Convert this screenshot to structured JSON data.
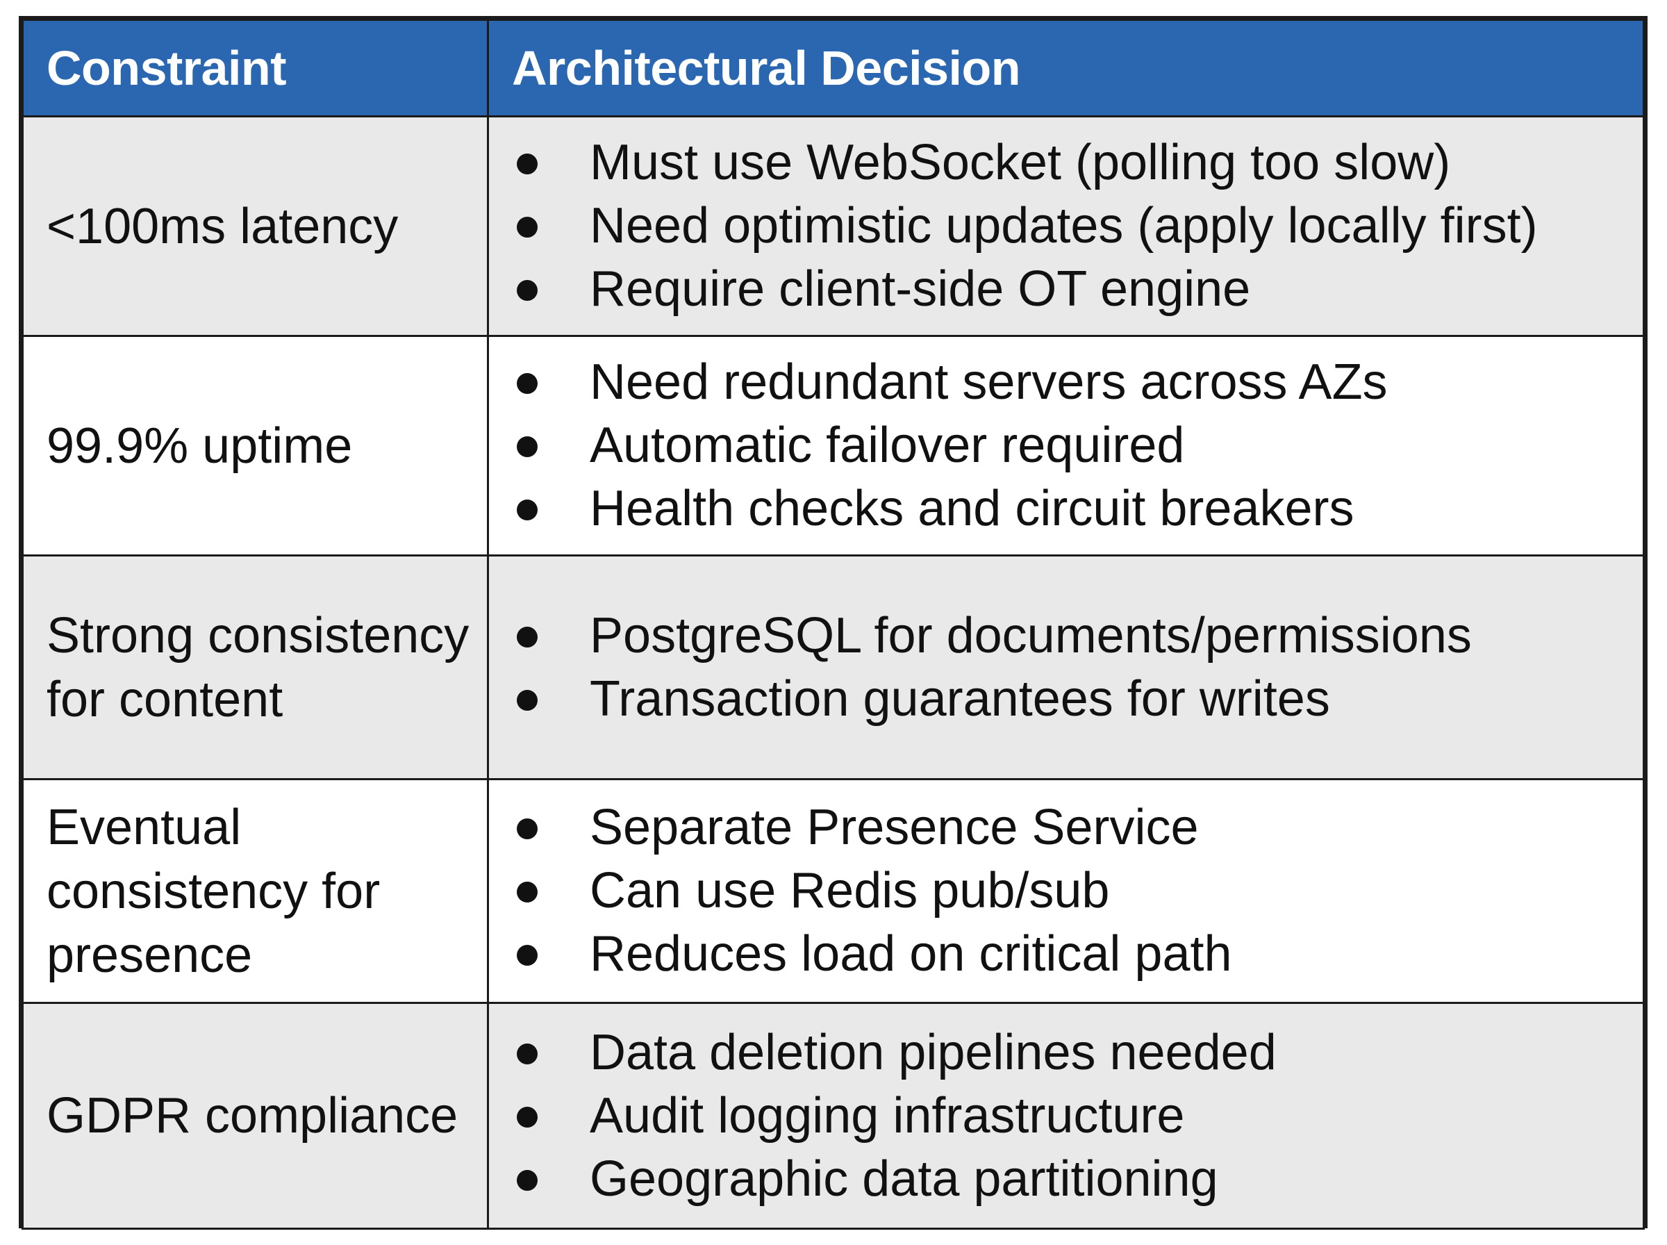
{
  "table": {
    "headers": {
      "constraint": "Constraint",
      "decision": "Architectural Decision"
    },
    "rows": [
      {
        "constraint": "<100ms latency",
        "decisions": [
          "Must use WebSocket (polling too slow)",
          "Need optimistic updates (apply locally first)",
          "Require client-side OT engine"
        ]
      },
      {
        "constraint": "99.9% uptime",
        "decisions": [
          "Need redundant servers across AZs",
          "Automatic failover required",
          "Health checks and circuit breakers"
        ]
      },
      {
        "constraint": "Strong consistency for content",
        "decisions": [
          "PostgreSQL for documents/permissions",
          "Transaction guarantees for writes"
        ]
      },
      {
        "constraint": "Eventual consistency for presence",
        "decisions": [
          "Separate Presence Service",
          "Can use Redis pub/sub",
          "Reduces load on critical path"
        ]
      },
      {
        "constraint": "GDPR compliance",
        "decisions": [
          "Data deletion pipelines needed",
          "Audit logging infrastructure",
          "Geographic data partitioning"
        ]
      }
    ]
  },
  "colors": {
    "header_bg": "#2a67b0",
    "header_text": "#ffffff",
    "row_shade": "#e9e9e9",
    "row_plain": "#ffffff",
    "border": "#1b1b1b"
  }
}
